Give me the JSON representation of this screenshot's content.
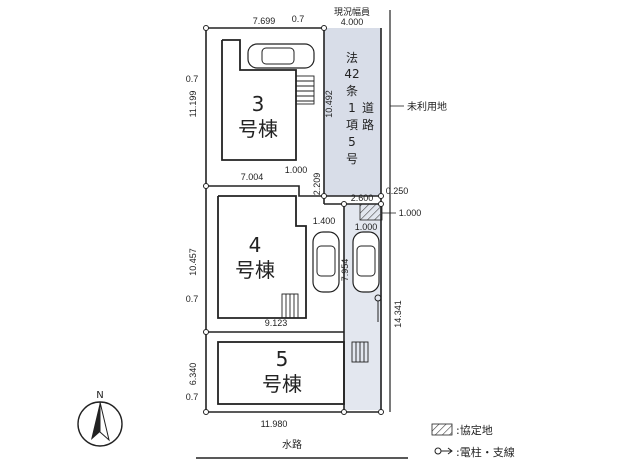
{
  "buildings": {
    "b3": {
      "number": "3",
      "label": "号棟"
    },
    "b4": {
      "number": "4",
      "label": "号棟"
    },
    "b5": {
      "number": "5",
      "label": "号棟"
    }
  },
  "road": {
    "chars": [
      "法",
      "42",
      "条",
      "1",
      "項",
      "5",
      "号",
      "道",
      "路"
    ],
    "current_width_label": "現況幅員",
    "current_width": "4.000",
    "unused_land": "未利用地"
  },
  "dimensions": {
    "top_width": "7.699",
    "top_gap": "0.7",
    "lot3_left_setback": "0.7",
    "lot3_depth": "11.199",
    "lot3_road_side": "10.492",
    "lot3_bottom": "7.004",
    "lot3_corner": "1.000",
    "lot3_corner_diag": "2.209",
    "access_width": "2.600",
    "access_offset": "0.250",
    "access_right": "1.000",
    "access_left": "1.400",
    "access_inner": "1.000",
    "lot4_depth": "10.457",
    "lot4_left_setback": "0.7",
    "lot4_bottom": "9.123",
    "driveway_length": "7.954",
    "right_length": "14.341",
    "lot5_depth": "6.340",
    "lot5_left_setback": "0.7",
    "bottom_width": "11.980"
  },
  "waterway": "水路",
  "compass": {
    "north": "N"
  },
  "legend": {
    "agreement_land": ":協定地",
    "pole_support": ":電柱・支線"
  }
}
